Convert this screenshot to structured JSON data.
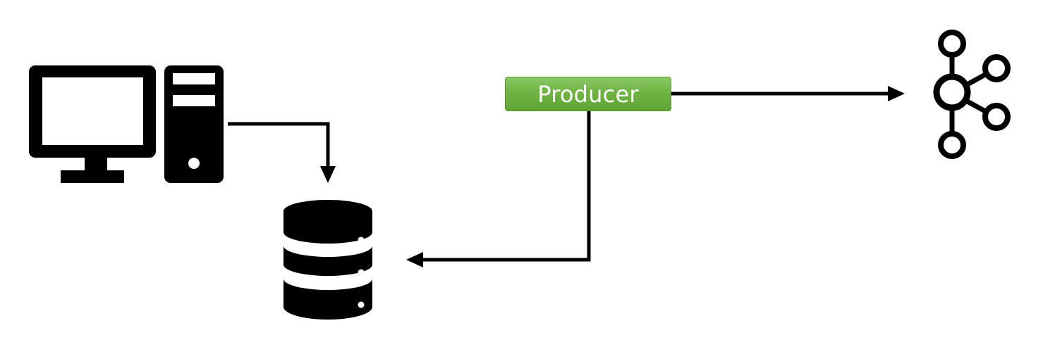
{
  "diagram": {
    "nodes": {
      "computer": {
        "icon": "desktop-computer-icon"
      },
      "database": {
        "icon": "database-icon"
      },
      "producer": {
        "label": "Producer",
        "fill_color": "#70ad47"
      },
      "kafka": {
        "icon": "kafka-icon"
      }
    },
    "edges": [
      {
        "from": "computer",
        "to": "database"
      },
      {
        "from": "producer",
        "to": "database"
      },
      {
        "from": "producer",
        "to": "kafka"
      }
    ],
    "line_color": "#000000"
  }
}
